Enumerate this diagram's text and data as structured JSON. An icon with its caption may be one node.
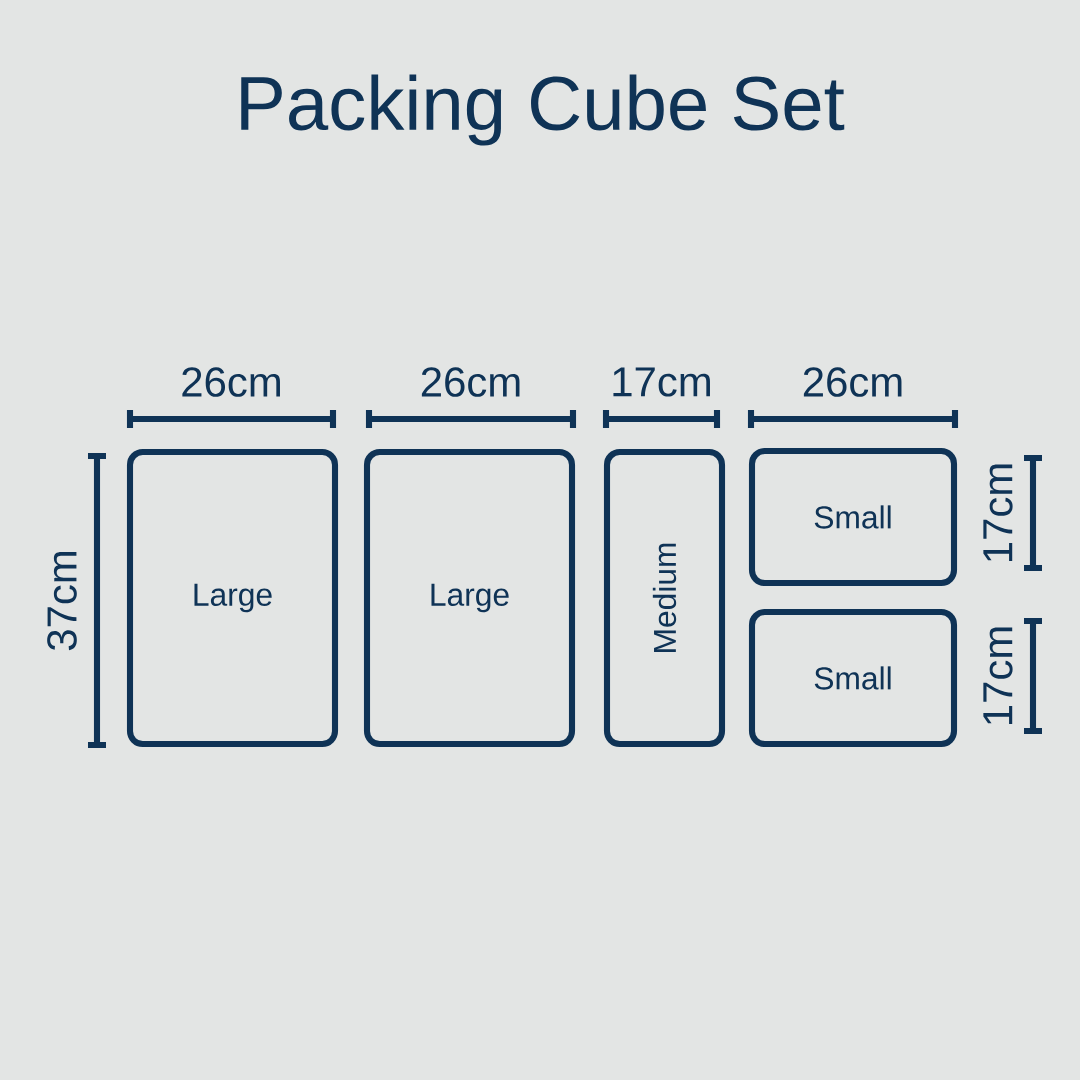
{
  "diagram": {
    "title": "Packing Cube Set",
    "nodes": [
      {
        "text": [
          "Large"
        ]
      },
      {
        "text": [
          "Large"
        ]
      },
      {
        "text": [
          "Medium"
        ]
      },
      {
        "text": [
          "Small"
        ]
      },
      {
        "text": [
          "Small"
        ]
      }
    ],
    "labels": [
      "26cm",
      "26cm",
      "17cm",
      "26cm",
      "37cm",
      "17cm",
      "17cm"
    ]
  }
}
